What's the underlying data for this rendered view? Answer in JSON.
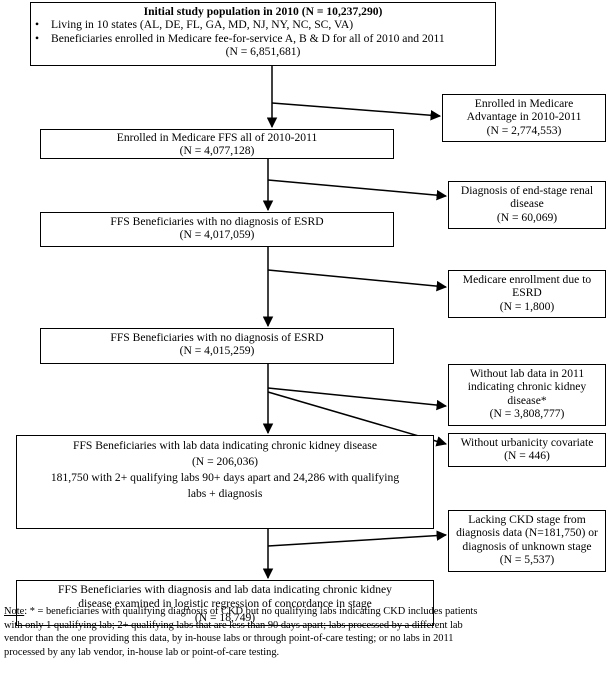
{
  "boxes": {
    "initial": {
      "title": "Initial study population in 2010 (N = 10,237,290)",
      "bullet1": "Living in 10 states (AL, DE, FL, GA, MD, NJ, NY, NC, SC, VA)",
      "bullet2": "Beneficiaries enrolled in Medicare fee-for-service A, B & D for all of 2010 and 2011",
      "n": "(N = 6,851,681)"
    },
    "ffs": {
      "line1": "Enrolled in Medicare FFS all of 2010-2011",
      "line2": "(N = 4,077,128)"
    },
    "no_esrd_1": {
      "line1": "FFS Beneficiaries with no diagnosis of ESRD",
      "line2": "(N = 4,017,059)"
    },
    "no_esrd_2": {
      "line1": "FFS Beneficiaries with no diagnosis of ESRD",
      "line2": "(N = 4,015,259)"
    },
    "ckd_lab": {
      "line1": "FFS Beneficiaries with lab data indicating chronic kidney disease",
      "line2": "(N = 206,036)",
      "line3": "181,750 with 2+ qualifying labs 90+ days apart and 24,286 with qualifying",
      "line4": "labs + diagnosis"
    },
    "final": {
      "line1": "FFS Beneficiaries with diagnosis and lab data indicating chronic kidney",
      "line2": "disease examined in logistic regression of concordance in stage",
      "line3": "(N = 18,749)"
    }
  },
  "exclusions": {
    "advantage": {
      "line1": "Enrolled in Medicare",
      "line2": "Advantage in 2010-2011",
      "line3": "(N = 2,774,553)"
    },
    "esrd_dx": {
      "line1": "Diagnosis of end-stage renal",
      "line2": "disease",
      "line3": "(N = 60,069)"
    },
    "esrd_enroll": {
      "line1": "Medicare enrollment due to",
      "line2": "ESRD",
      "line3": "(N = 1,800)"
    },
    "no_lab": {
      "line1": "Without lab data in 2011",
      "line2": "indicating chronic kidney",
      "line3": "disease*",
      "line4": "(N = 3,808,777)"
    },
    "no_urban": {
      "line1": "Without urbanicity covariate",
      "line2": "(N = 446)"
    },
    "no_stage": {
      "line1": "Lacking CKD stage from",
      "line2": "diagnosis data (N=181,750) or",
      "line3": "diagnosis of unknown stage",
      "line4": "(N = 5,537)"
    }
  },
  "note": {
    "label": "Note",
    "colon": ":",
    "line1": " * = beneficiaries with qualifying diagnosis of CKD but no qualifying labs indicating CKD includes patients",
    "line2": "with only 1 qualifying lab; 2+ qualifying labs that are less than 90 days apart; labs processed by a different lab",
    "line3": "vendor than the one providing this data, by in-house labs or through point-of-care testing; or no labs in 2011",
    "line4": "processed by any lab vendor, in-house lab or point-of-care testing."
  }
}
